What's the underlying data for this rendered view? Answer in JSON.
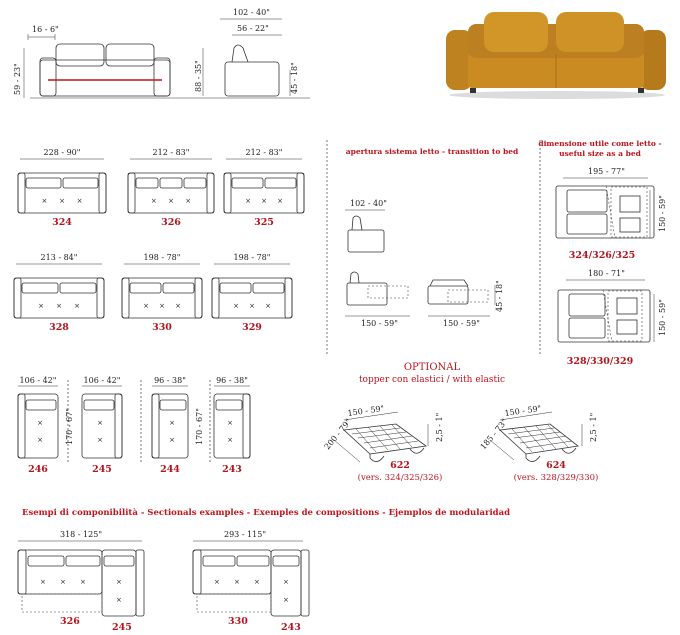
{
  "top": {
    "front_width": "16 - 6\"",
    "front_height": "59 - 23\"",
    "side_total": "102 - 40\"",
    "side_depth": "56 - 22\"",
    "side_height": "88 - 35\"",
    "side_seat": "45 - 18\""
  },
  "sofas": [
    {
      "code": "324",
      "dim": "228 - 90\""
    },
    {
      "code": "326",
      "dim": "212 - 83\""
    },
    {
      "code": "325",
      "dim": "212 - 83\""
    },
    {
      "code": "328",
      "dim": "213 - 84\""
    },
    {
      "code": "330",
      "dim": "198 - 78\""
    },
    {
      "code": "329",
      "dim": "198 - 78\""
    }
  ],
  "chaises": [
    {
      "code": "246",
      "dim": "106 - 42\""
    },
    {
      "code": "245",
      "dim": "106 - 42\""
    },
    {
      "code": "244",
      "dim": "96 - 38\""
    },
    {
      "code": "243",
      "dim": "96 - 38\""
    }
  ],
  "chaise_length": "170 - 67\"",
  "transition": {
    "title": "apertura sistema letto - transition to bed",
    "depth_closed": "102 - 40\"",
    "open1": "150 - 59\"",
    "open2": "150 - 59\"",
    "height": "45 - 18\""
  },
  "useful": {
    "title_line1": "dimensione utile come letto -",
    "title_line2": "useful size as a bed",
    "bed1_width": "195 - 77\"",
    "bed1_length": "150 - 59\"",
    "bed1_codes": "324/326/325",
    "bed2_width": "180 - 71\"",
    "bed2_length": "150 - 59\"",
    "bed2_codes": "328/330/329"
  },
  "optional": {
    "title": "OPTIONAL",
    "subtitle": "topper con elastici / with elastic",
    "t1_width": "150 - 59\"",
    "t1_length": "200 - 79\"",
    "t1_thick": "2,5 - 1\"",
    "t1_code": "622",
    "t1_vers": "(vers. 324/325/326)",
    "t2_width": "150 - 59\"",
    "t2_length": "185 - 73\"",
    "t2_thick": "2,5 - 1\"",
    "t2_code": "624",
    "t2_vers": "(vers. 328/329/330)"
  },
  "sectionals": {
    "title": "Esempi di componibilità  -  Sectionals examples - Exemples de compositions - Ejemplos de modularidad",
    "s1_dim": "318 - 125\"",
    "s1_code_a": "326",
    "s1_code_b": "245",
    "s2_dim": "293 - 115\"",
    "s2_code_a": "330",
    "s2_code_b": "243"
  },
  "colors": {
    "accent_red": "#c0141e",
    "sofa_mustard": "#c98b22"
  }
}
